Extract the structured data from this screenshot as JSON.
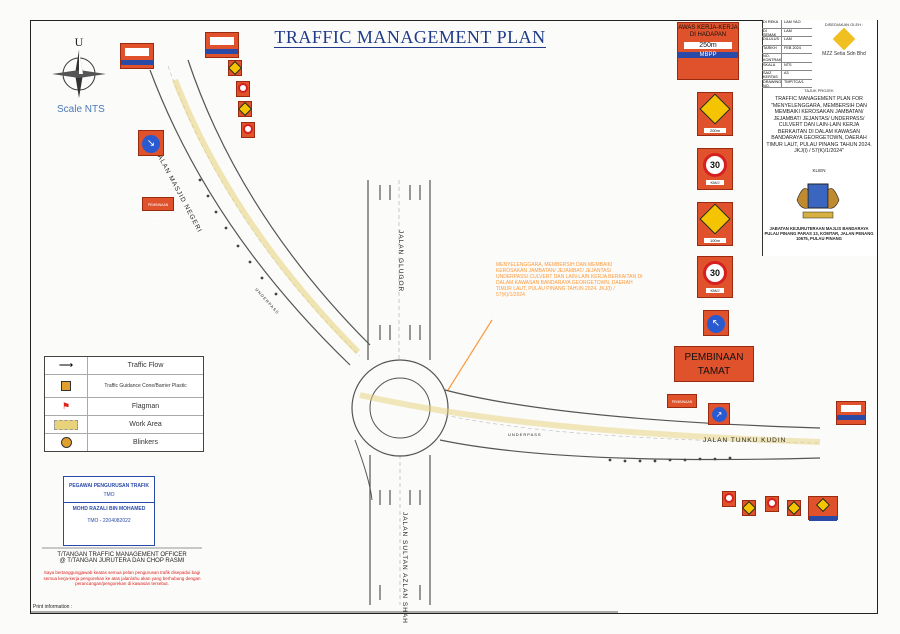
{
  "title": "TRAFFIC MANAGEMENT PLAN",
  "compass": {
    "north_letter": "U",
    "scale": "Scale NTS"
  },
  "roads": {
    "masjid_negeri": "JALAN MASJID NEGERI",
    "gluggor": "JALAN GLUGOR",
    "sultan_azlan_shah": "JALAN SULTAN AZLAN SHAH",
    "tunku_kudin": "JALAN TUNKU KUDIN",
    "underpass_1": "UNDERPASS",
    "underpass_2": "UNDERPASS"
  },
  "callout_text": "MENYELENGGARA, MEMBERSIH DAN MEMBAIKI KEROSAKAN JAMBATAN/ JEJAMBAT/ JEJANTAS/ UNDERPASS/ CULVERT DAN LAIN-LAIN KERJA BERKAITAN DI DALAM KAWASAN BANDARAYA GEORGETOWN, DAERAH TIMUR LAUT, PULAU PINANG TAHUN 2024. JKJ(I) / 57(K)/1/2024",
  "signs": {
    "awas_title": "AWAS KERJA-KERJA DI HADAPAN",
    "awas_distance": "250m",
    "awas_authority": "MBPP",
    "work_dist": "200m",
    "speed_1": "30",
    "speed_1_unit": "KM/J",
    "narrow_dist": "100m",
    "speed_2": "30",
    "speed_2_unit": "KM/J",
    "end_title": "PEMBINAAN TAMAT",
    "end_small": "PEMBINAAN TAMAT",
    "end_small_2": "PEMBINAAN TAMAT"
  },
  "legend": [
    {
      "label": "Traffic Flow"
    },
    {
      "label": "Traffic Guidance Cone/Barrier Plastic"
    },
    {
      "label": "Flagman"
    },
    {
      "label": "Work Area"
    },
    {
      "label": "Blinkers"
    }
  ],
  "tmo_card": {
    "heading": "PEGAWAI PENGURUSAN TRAFIK",
    "role": "TMO",
    "name": "MOHD RAZALI BIN MOHAMED",
    "number": "TMO - 2204082022"
  },
  "signature": {
    "line1": "T/TANGAN TRAFFIC MANAGEMENT OFFICER",
    "line2": "@ T/TANGAN JURUTERA DAN CHOP RASMI",
    "note": "Saya bertanggungjawab keatas semua pelan pengurusan trafik disepadui bagi semua kerja-kerja pengorekan ke atas jalan/ahu akan yang berhubung dengan perancangan/pengorekan di kawasan tersebut."
  },
  "print_info": "Print information :",
  "info_panel": {
    "rows": [
      {
        "k": "DI REKA",
        "v": "LAM YAO"
      },
      {
        "k": "DI SEMAK",
        "v": "LAM"
      },
      {
        "k": "DILULUS",
        "v": "LAM"
      },
      {
        "k": "TARIKH",
        "v": "FEB 2024"
      },
      {
        "k": "NO. KONTRAK",
        "v": ""
      },
      {
        "k": "SKALA",
        "v": "NTS"
      },
      {
        "k": "SAIZ KERTAS",
        "v": "A3"
      },
      {
        "k": "DRAWING NO.",
        "v": "TMP/TCA/1"
      }
    ],
    "company_label": "DISEDIAKAN OLEH :",
    "company": "MZZ Setia Sdn Bhd",
    "project_label": "TAJUK PROJEK",
    "project": "TRAFFIC MANAGEMENT PLAN FOR \"MENYELENGGARA, MEMBERSIH DAN MEMBAIKI KEROSAKAN JAMBATAN/ JEJAMBAT/ JEJANTAS/ UNDERPASS/ CULVERT DAN LAIN-LAIN KERJA BERKAITAN DI DALAM KAWASAN BANDARAYA GEORGETOWN, DAERAH TIMUR LAUT, PULAU PINANG TAHUN 2024. JKJ(I) / 57(K)/1/2024\"",
    "client_label": "KLIEN",
    "client_name": "JABATAN KEJURUTERAAN MAJLIS BANDARAYA PULAU PINANG PARAS 13, KOMTAR, JALAN PENANG 10675, PULAU PINANG"
  },
  "colors": {
    "sign_orange": "#e0522c",
    "title_blue": "#1f3a8a",
    "callout_orange": "#ff9a3a",
    "work_area": "#e8d27a"
  }
}
